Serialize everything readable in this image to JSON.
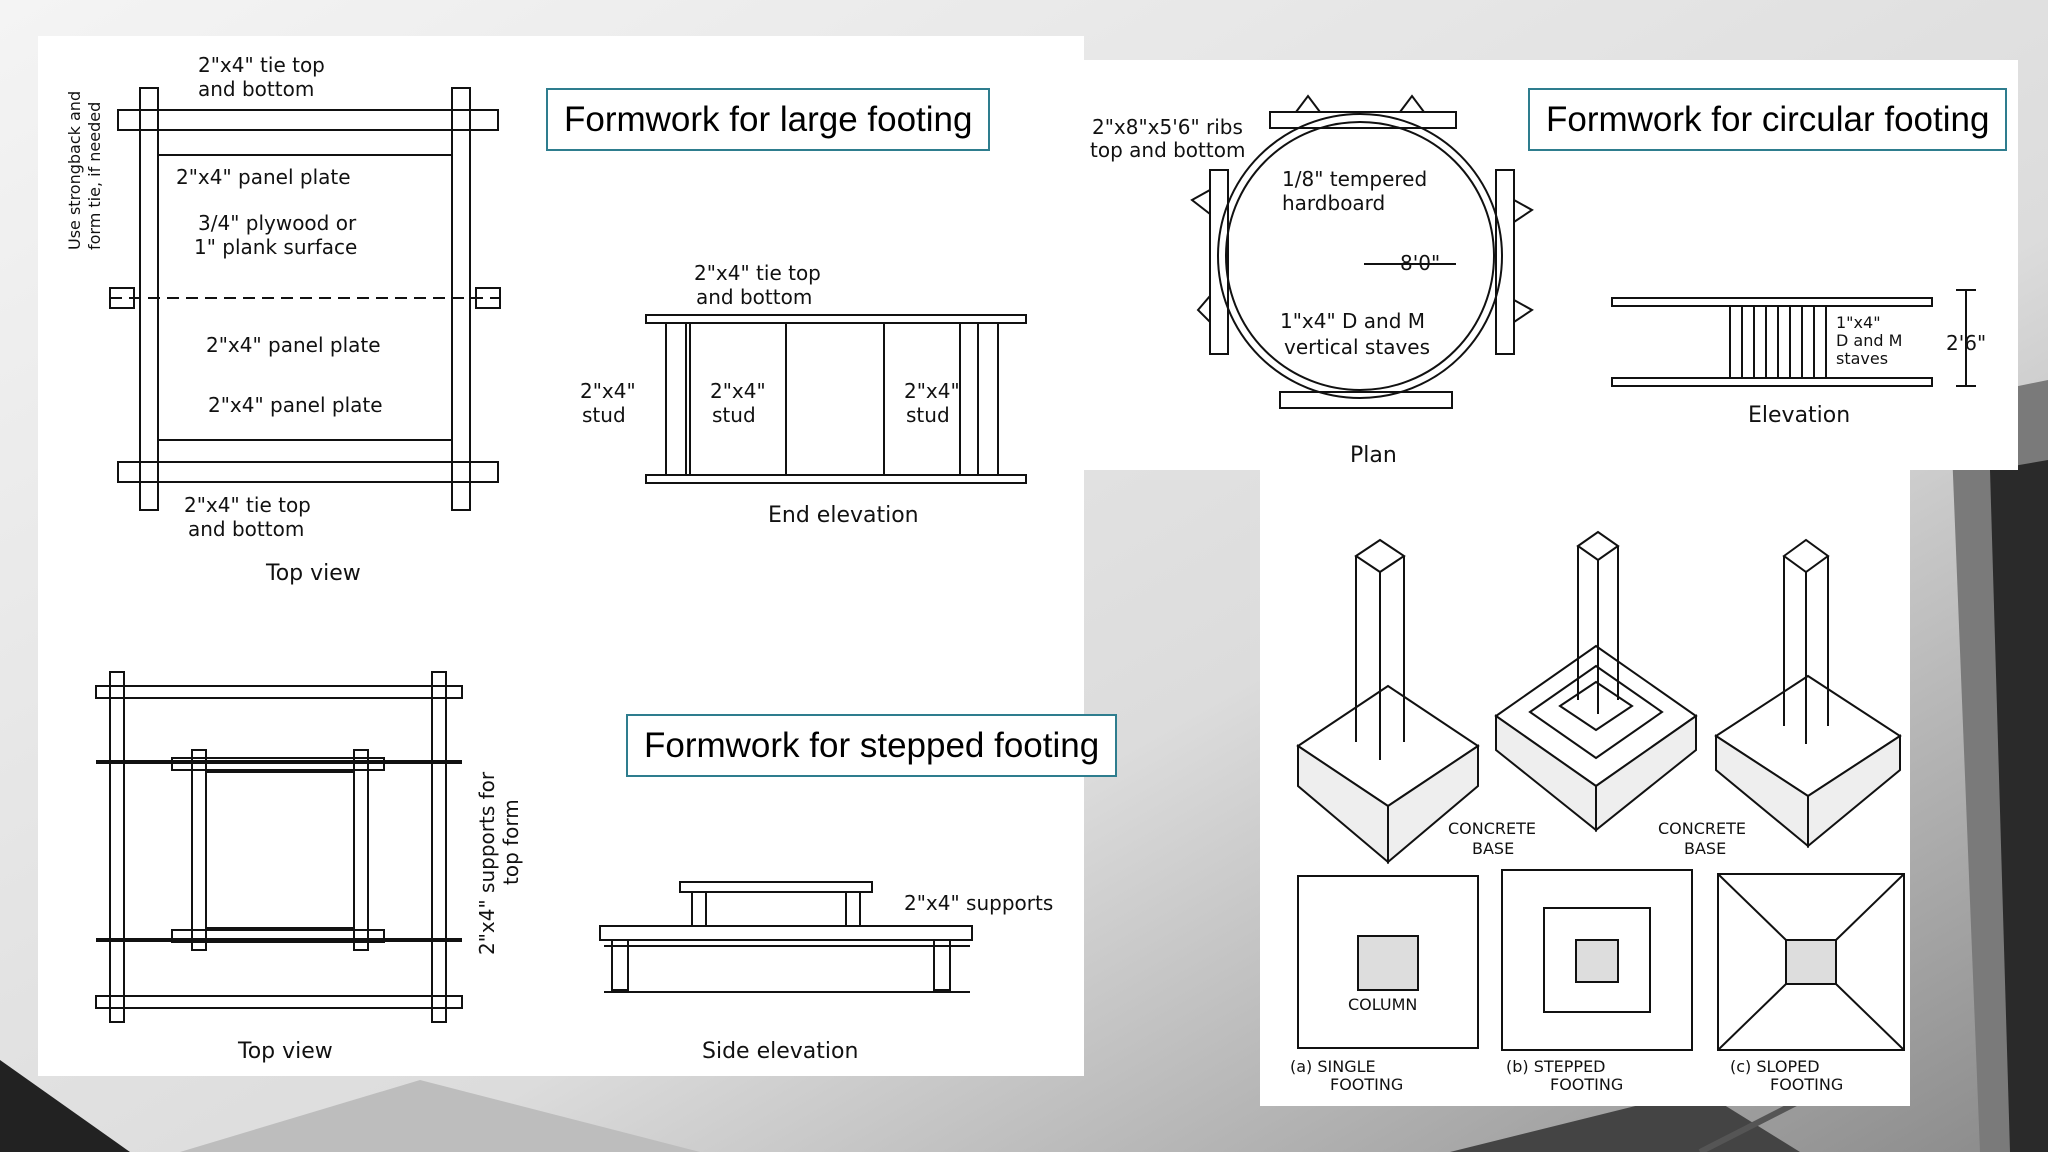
{
  "titles": {
    "large": "Formwork for large footing",
    "circular": "Formwork for circular footing",
    "stepped": "Formwork for stepped footing"
  },
  "large_top_view": {
    "tie_top_1": "2\"x4\" tie top",
    "tie_top_2": "and bottom",
    "panel_plate_top": "2\"x4\" panel plate",
    "plywood_1": "3/4\" plywood or",
    "plywood_2": "1\" plank surface",
    "panel_plate_mid": "2\"x4\" panel plate",
    "panel_plate_low": "2\"x4\" panel plate",
    "tie_bottom_1": "2\"x4\" tie top",
    "tie_bottom_2": "and bottom",
    "strongback_1": "Use strongback and",
    "strongback_2": "form tie, if needed",
    "caption": "Top view"
  },
  "large_end_elevation": {
    "tie_1": "2\"x4\" tie top",
    "tie_2": "and bottom",
    "stud_label": "2\"x4\"",
    "stud_word": "stud",
    "caption": "End elevation"
  },
  "circular_plan": {
    "ribs_1": "2\"x8\"x5'6\" ribs",
    "ribs_2": "top and bottom",
    "hardboard_1": "1/8\" tempered",
    "hardboard_2": "hardboard",
    "radius": "8'0\"",
    "staves_1": "1\"x4\" D and M",
    "staves_2": "vertical staves",
    "caption": "Plan"
  },
  "circular_elevation": {
    "staves_1": "1\"x4\"",
    "staves_2": "D and M",
    "staves_3": "staves",
    "height": "2'6\"",
    "caption": "Elevation"
  },
  "stepped_top_view": {
    "supports_1": "2\"x4\" supports for",
    "supports_2": "top form",
    "caption": "Top view"
  },
  "stepped_side": {
    "supports": "2\"x4\" supports",
    "caption": "Side elevation"
  },
  "footing_types": {
    "concrete_1": "CONCRETE",
    "concrete_2": "BASE",
    "column": "COLUMN",
    "a_1": "(a) SINGLE",
    "a_2": "FOOTING",
    "b_1": "(b) STEPPED",
    "b_2": "FOOTING",
    "c_1": "(c) SLOPED",
    "c_2": "FOOTING"
  }
}
